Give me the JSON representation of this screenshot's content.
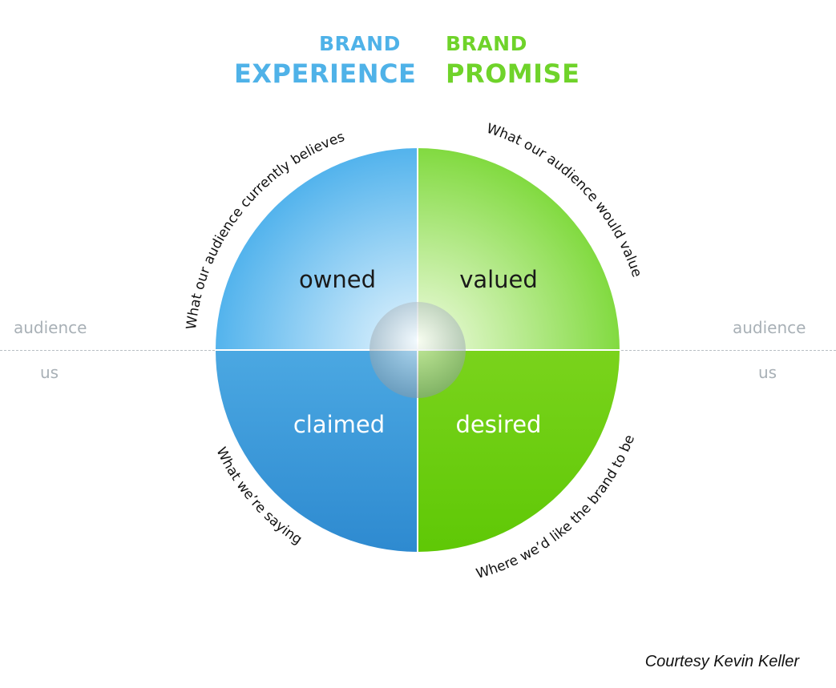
{
  "header": {
    "experience_line1": "BRAND",
    "experience_line2": "EXPERIENCE",
    "promise_line1": "BRAND",
    "promise_line2": "PROMISE"
  },
  "side_labels": {
    "left_top": "audience",
    "left_bottom": "us",
    "right_top": "audience",
    "right_bottom": "us"
  },
  "quadrants": {
    "top_left": "owned",
    "top_right": "valued",
    "bottom_left": "claimed",
    "bottom_right": "desired"
  },
  "arc_labels": {
    "top_left": "What our audience currently believes",
    "top_right": "What our audience would value",
    "bottom_left": "What we’re saying",
    "bottom_right": "Where we’d like the brand to be"
  },
  "credit": "Courtesy Kevin Keller",
  "colors": {
    "blue_light": "#d4eefc",
    "blue": "#4fb2e8",
    "blue_dark": "#3a98d8",
    "green_light": "#e6f9c8",
    "green": "#6fd32a",
    "green_dark": "#5cc80a"
  }
}
